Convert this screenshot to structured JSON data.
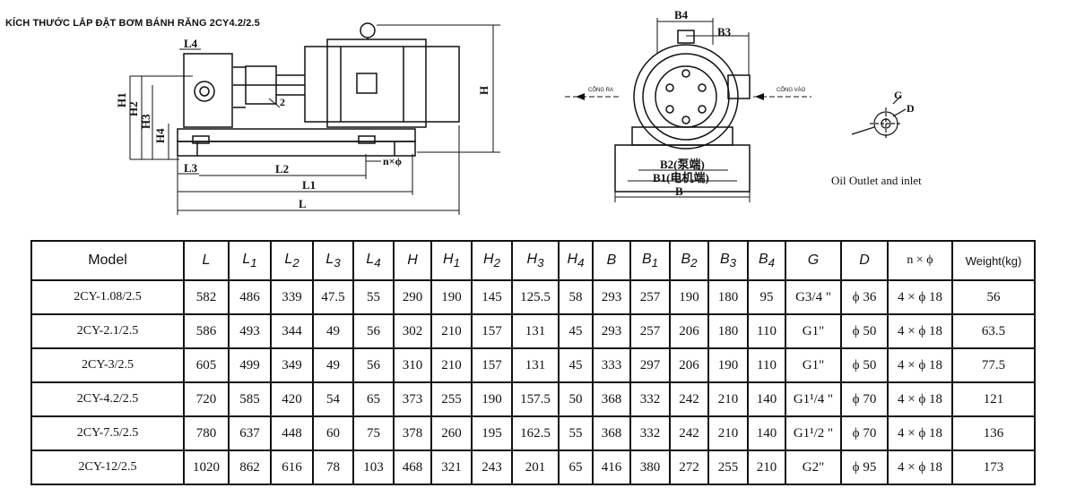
{
  "title": "KÍCH THƯỚC LẮP ĐẶT BƠM BÁNH RĂNG 2CY4.2/2.5",
  "drawing": {
    "side_labels": {
      "L4": "L4",
      "H1": "H1",
      "H2": "H2",
      "H3": "H3",
      "H4": "H4",
      "H": "H",
      "L3": "L3",
      "L2": "L2",
      "L1": "L1",
      "L": "L",
      "nphi": "n×ϕ",
      "two": "2"
    },
    "front_labels": {
      "B4": "B4",
      "B3": "B3",
      "B2": "B2(泵端)",
      "B1": "B1(电机端)",
      "B": "B",
      "outlet": "CỔNG RA",
      "inlet": "CỔNG VÀO"
    },
    "port_labels": {
      "G": "G",
      "D": "D"
    },
    "oil_caption": "Oil Outlet and inlet"
  },
  "table": {
    "headers": {
      "model": "Model",
      "L": "L",
      "L1": "L",
      "L1_sub": "1",
      "L2": "L",
      "L2_sub": "2",
      "L3": "L",
      "L3_sub": "3",
      "L4": "L",
      "L4_sub": "4",
      "H": "H",
      "H1": "H",
      "H1_sub": "1",
      "H2": "H",
      "H2_sub": "2",
      "H3": "H",
      "H3_sub": "3",
      "H4": "H",
      "H4_sub": "4",
      "B": "B",
      "B1": "B",
      "B1_sub": "1",
      "B2": "B",
      "B2_sub": "2",
      "B3": "B",
      "B3_sub": "3",
      "B4": "B",
      "B4_sub": "4",
      "G": "G",
      "D": "D",
      "nphi": "n × ϕ",
      "weight": "Weight(kg)"
    },
    "rows": [
      [
        "2CY-1.08/2.5",
        "582",
        "486",
        "339",
        "47.5",
        "55",
        "290",
        "190",
        "145",
        "125.5",
        "58",
        "293",
        "257",
        "190",
        "180",
        "95",
        "G3/4 \"",
        "ϕ 36",
        "4 × ϕ 18",
        "56"
      ],
      [
        "2CY-2.1/2.5",
        "586",
        "493",
        "344",
        "49",
        "56",
        "302",
        "210",
        "157",
        "131",
        "45",
        "293",
        "257",
        "206",
        "180",
        "110",
        "G1\"",
        "ϕ 50",
        "4 × ϕ 18",
        "63.5"
      ],
      [
        "2CY-3/2.5",
        "605",
        "499",
        "349",
        "49",
        "56",
        "310",
        "210",
        "157",
        "131",
        "45",
        "333",
        "297",
        "206",
        "190",
        "110",
        "G1\"",
        "ϕ 50",
        "4 × ϕ 18",
        "77.5"
      ],
      [
        "2CY-4.2/2.5",
        "720",
        "585",
        "420",
        "54",
        "65",
        "373",
        "255",
        "190",
        "157.5",
        "50",
        "368",
        "332",
        "242",
        "210",
        "140",
        "G1¹/4 \"",
        "ϕ 70",
        "4 × ϕ 18",
        "121"
      ],
      [
        "2CY-7.5/2.5",
        "780",
        "637",
        "448",
        "60",
        "75",
        "378",
        "260",
        "195",
        "162.5",
        "55",
        "368",
        "332",
        "242",
        "210",
        "140",
        "G1¹/2 \"",
        "ϕ 70",
        "4 × ϕ 18",
        "136"
      ],
      [
        "2CY-12/2.5",
        "1020",
        "862",
        "616",
        "78",
        "103",
        "468",
        "321",
        "243",
        "201",
        "65",
        "416",
        "380",
        "272",
        "255",
        "210",
        "G2\"",
        "ϕ 95",
        "4 × ϕ 18",
        "173"
      ]
    ]
  }
}
